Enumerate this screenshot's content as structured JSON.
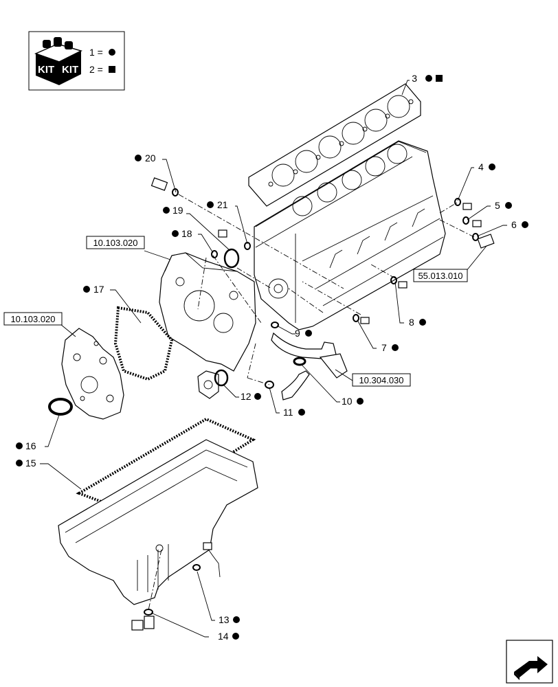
{
  "legend": {
    "kit_label_1": "KIT",
    "kit_label_2": "KIT",
    "rows": [
      {
        "text": "1 =",
        "symbol": "circle"
      },
      {
        "text": "2 =",
        "symbol": "square"
      }
    ]
  },
  "callouts": [
    {
      "id": "3",
      "text": "3"
    },
    {
      "id": "4",
      "text": "4"
    },
    {
      "id": "5",
      "text": "5"
    },
    {
      "id": "6",
      "text": "6"
    },
    {
      "id": "7",
      "text": "7"
    },
    {
      "id": "8",
      "text": "8"
    },
    {
      "id": "9",
      "text": "9"
    },
    {
      "id": "10",
      "text": "10"
    },
    {
      "id": "11",
      "text": "11"
    },
    {
      "id": "12",
      "text": "12"
    },
    {
      "id": "13",
      "text": "13"
    },
    {
      "id": "14",
      "text": "14"
    },
    {
      "id": "15",
      "text": "15"
    },
    {
      "id": "16",
      "text": "16"
    },
    {
      "id": "17",
      "text": "17"
    },
    {
      "id": "18",
      "text": "18"
    },
    {
      "id": "19",
      "text": "19"
    },
    {
      "id": "20",
      "text": "20"
    },
    {
      "id": "21",
      "text": "21"
    }
  ],
  "references": [
    {
      "id": "ref-front-cover",
      "text": "10.103.020"
    },
    {
      "id": "ref-timing-plate",
      "text": "10.103.020"
    },
    {
      "id": "ref-sensor",
      "text": "55.013.010"
    },
    {
      "id": "ref-oil-pipe",
      "text": "10.304.030"
    }
  ],
  "nav_icon": "next-page-arrow-icon"
}
